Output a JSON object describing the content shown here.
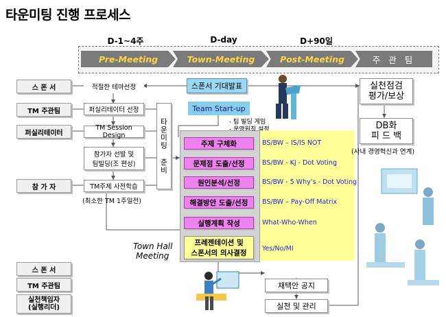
{
  "title": "타운미팅 진행 프로세스",
  "phases": {
    "labels": [
      "D-1~4주",
      "D-day",
      "D+90일"
    ],
    "stages": [
      "Pre-Meeting",
      "Town-Meeting",
      "Post-Meeting",
      "주 관 팀"
    ]
  },
  "roles": {
    "sponsor": "스 폰 서",
    "tm_team": "TM 주관팀",
    "facilitator": "퍼실리테이터",
    "participant": "참 가 자",
    "sponsor2": "스 폰 서",
    "tm_team2": "TM 주관팀",
    "owner_line1": "실천책임자",
    "owner_line2": "(실행리더)"
  },
  "pre": {
    "theme": "적절한 테마선정",
    "fac_select": "퍼실리테이터 선정",
    "session": "TM Session Design",
    "participants_line1": "참가자 선발 및",
    "participants_line2": "팀빌딩(조 편성)",
    "study": "TM주제 사전학습",
    "study_note": "(최소한 TM 1주일전)",
    "prep_vertical": "타운미팅 준비"
  },
  "town": {
    "sponsor_speech": "스폰서 기대발표",
    "team_start": "Team Start-up",
    "bullets": [
      "- 팀 빌딩 게임",
      "- 운영원칙 설정"
    ],
    "steps": [
      "주제 구체화",
      "문제점 도출/선정",
      "원인분석/선정",
      "해결방안 도출/선정",
      "실행계획 작성"
    ],
    "techniques": [
      "BS/BW – IS/IS NOT",
      "BS/BW - KJ - Dot Voting",
      "BS/BW - 5 Why’s - Dot Voting",
      "BS/BW – Pay-Off Matrix",
      "What-Who-When"
    ],
    "presentation_line1": "프레젠테이션 및",
    "presentation_line2": "스폰서의 의사결정",
    "decision": "Yes/No/MI",
    "caption_line1": "Town Hall",
    "caption_line2": "Meeting"
  },
  "post": {
    "eval_line1": "실천점검",
    "eval_line2": "평가/보상",
    "db_line1": "DB화",
    "db_line2": "피 드 백",
    "db_note": "(사내 경영혁신과 연계)",
    "notice": "채택안 공지",
    "execute": "실천 및 관리"
  },
  "colors": {
    "phase_arrow": "#7a7a7a",
    "phase_text": "#ffd54a",
    "step_box": "#ee82ee",
    "technique_band": "#ffff99",
    "technique_text": "#1f1fd0",
    "speech_box": "#9ad7f2",
    "team_start_box": "#87ceeb"
  }
}
